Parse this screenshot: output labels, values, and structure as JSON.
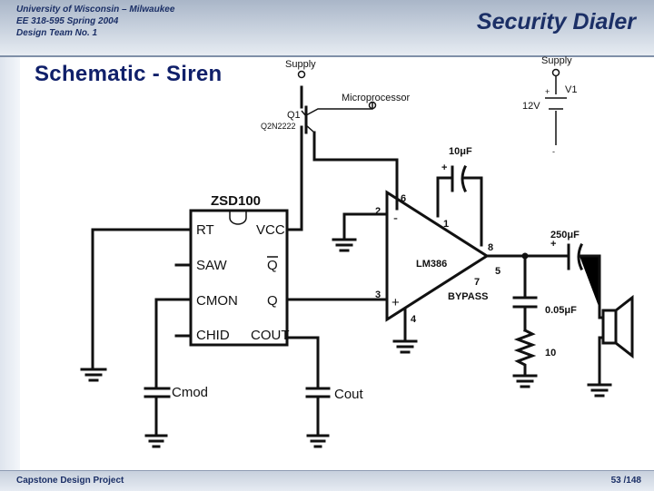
{
  "header": {
    "university": "University of Wisconsin – Milwaukee",
    "course": "EE 318-595 Spring 2004",
    "team": "Design Team No. 1",
    "title": "Security Dialer"
  },
  "slide_title": "Schematic - Siren",
  "footer": {
    "left": "Capstone Design Project",
    "page": "53 /148"
  },
  "schematic": {
    "supply_q1": "Supply",
    "supply_v1": "Supply",
    "q1_name": "Q1",
    "q1_part": "Q2N2222",
    "microprocessor": "Microprocessor",
    "v1_name": "V1",
    "v1_value": "12V",
    "plus": "+",
    "minus": "-",
    "ic_name": "ZSD100",
    "pin_rt": "RT",
    "pin_vcc": "VCC",
    "pin_saw": "SAW",
    "pin_q_bar": "Q",
    "pin_cmon": "CMON",
    "pin_q": "Q",
    "pin_chid": "CHID",
    "pin_cout": "COUT",
    "cmod": "Cmod",
    "cout": "Cout",
    "amp_name": "LM386",
    "amp_pin2": "2",
    "amp_pin6": "6",
    "amp_pin1": "1",
    "amp_pin8": "8",
    "amp_pin7": "7",
    "amp_pin5": "5",
    "amp_pin3": "3",
    "amp_pin4": "4",
    "bypass": "BYPASS",
    "cap_10uf": "10μF",
    "cap_250uf": "250μF",
    "cap_005uf": "0.05μF",
    "res_10": "10"
  }
}
